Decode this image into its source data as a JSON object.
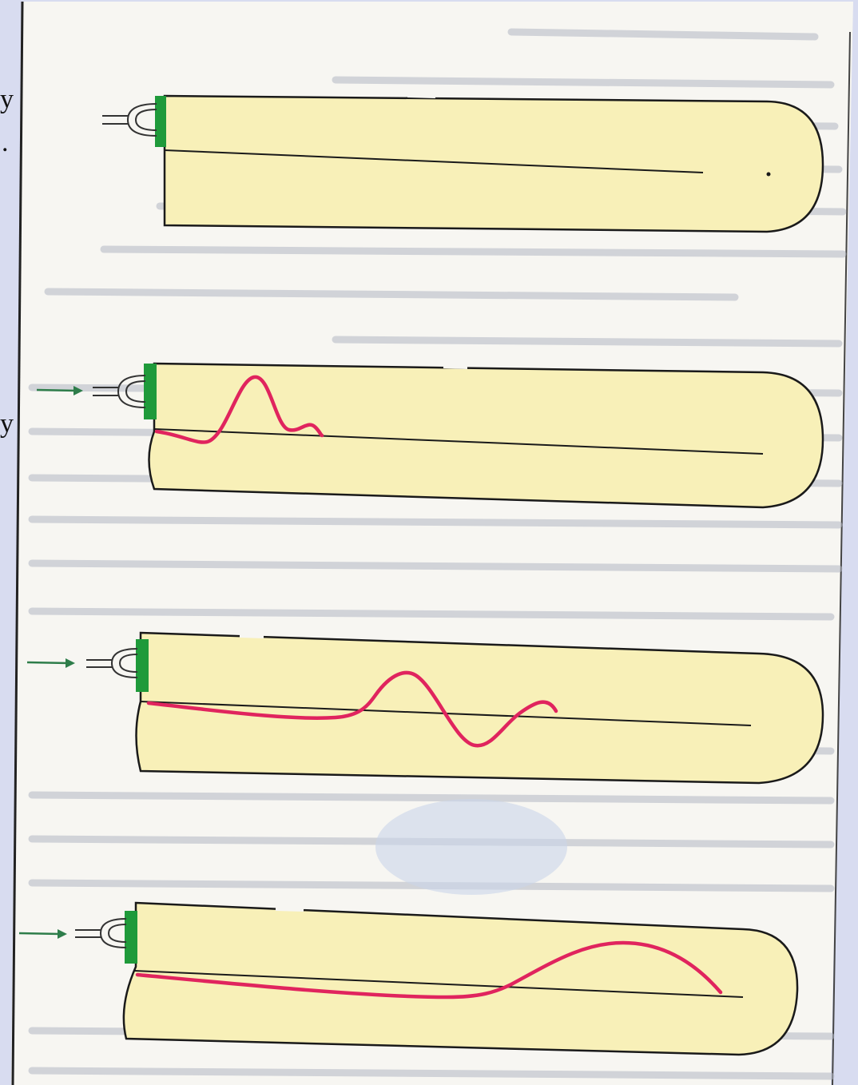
{
  "page": {
    "background": "#d8dcf0",
    "paper_color": "#f7f6f2",
    "bleed_text_color": "#9aa0ad"
  },
  "edge_glyphs": [
    "y",
    ".",
    "y"
  ],
  "diagram": {
    "tube_fill": "#f8f0b8",
    "tube_stroke": "#1a1a1a",
    "stopper_color": "#1f9a3a",
    "wave_color": "#e0245e",
    "arrow_color": "#2e7d4a",
    "stages": [
      {
        "input_arrow": false,
        "wave": "none"
      },
      {
        "input_arrow": true,
        "wave": "pulse-near-stopper"
      },
      {
        "input_arrow": true,
        "wave": "pulse-mid-tube"
      },
      {
        "input_arrow": true,
        "wave": "pulse-near-end"
      }
    ]
  }
}
